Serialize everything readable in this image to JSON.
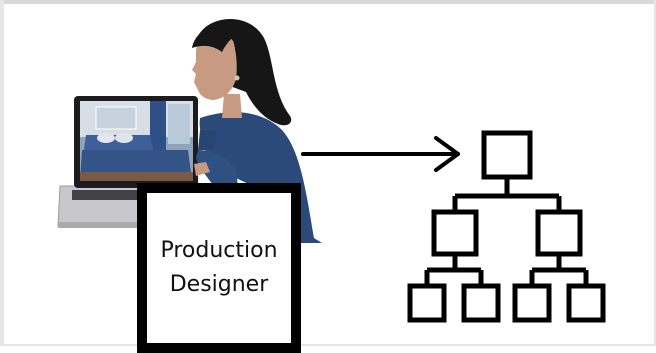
{
  "role_label": {
    "line1": "Production",
    "line2": "Designer"
  },
  "illustration": {
    "subject": "woman using laptop showing bedroom set interior",
    "connector": "right-arrow",
    "hierarchy_icon": "org-chart-icon"
  },
  "colors": {
    "shirt": "#2b4a7a",
    "hair": "#161616",
    "skin": "#c99a82",
    "laptop_body": "#c8c8cc",
    "bed_blue": "#3d5f9a",
    "line": "#000000"
  }
}
